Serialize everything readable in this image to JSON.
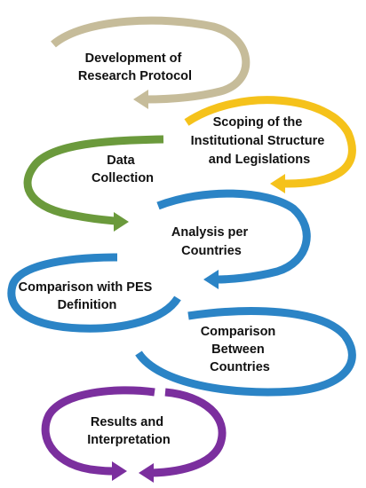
{
  "steps": [
    {
      "lines": [
        "Development of",
        "Research Protocol"
      ],
      "color": "#c6bc9a"
    },
    {
      "lines": [
        "Scoping of the",
        "Institutional Structure",
        "and Legislations"
      ],
      "color": "#f5c21b"
    },
    {
      "lines": [
        "Data",
        "Collection"
      ],
      "color": "#6b9a3c"
    },
    {
      "lines": [
        "Analysis per",
        "Countries"
      ],
      "color": "#2b84c6"
    },
    {
      "lines": [
        "Comparison with PES",
        "Definition"
      ],
      "color": "#2b84c6"
    },
    {
      "lines": [
        "Comparison",
        "Between",
        "Countries"
      ],
      "color": "#2b84c6"
    },
    {
      "lines": [
        "Results and",
        "Interpretation"
      ],
      "color": "#7b2f9e"
    }
  ]
}
